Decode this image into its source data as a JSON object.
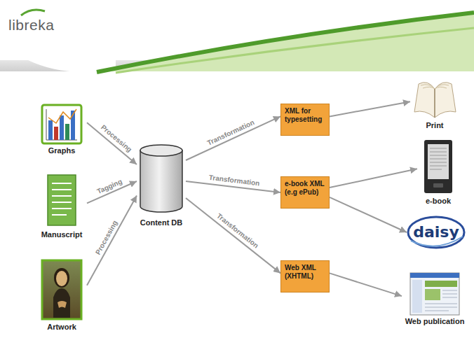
{
  "diagram": {
    "nodes": [
      {
        "text": [
          "Graphs"
        ]
      },
      {
        "text": [
          "Manuscript"
        ]
      },
      {
        "text": [
          "Artwork"
        ]
      },
      {
        "text": [
          "Content DB"
        ]
      },
      {
        "text": [
          "XML for typesetting"
        ]
      },
      {
        "text": [
          "e-book XML (e.g ePub)"
        ]
      },
      {
        "text": [
          "Web XML (XHTML)"
        ]
      },
      {
        "text": [
          "Print"
        ]
      },
      {
        "text": [
          "e-book"
        ]
      },
      {
        "text": [
          "daisy"
        ]
      },
      {
        "text": [
          "Web publication"
        ]
      }
    ],
    "edges": [
      {
        "from": 0,
        "to": 3,
        "label": "Processing",
        "arrow": "to"
      },
      {
        "from": 1,
        "to": 3,
        "label": "Tagging",
        "arrow": "to"
      },
      {
        "from": 2,
        "to": 3,
        "label": "Processing",
        "arrow": "to"
      },
      {
        "from": 3,
        "to": 4,
        "label": "Transformation",
        "arrow": "to"
      },
      {
        "from": 3,
        "to": 5,
        "label": "Transformation",
        "arrow": "to"
      },
      {
        "from": 3,
        "to": 6,
        "label": "Transformation",
        "arrow": "to"
      },
      {
        "from": 4,
        "to": 7,
        "arrow": "to"
      },
      {
        "from": 5,
        "to": 8,
        "arrow": "to"
      },
      {
        "from": 5,
        "to": 9,
        "arrow": "to"
      },
      {
        "from": 6,
        "to": 10,
        "arrow": "to"
      }
    ],
    "labels": [
      "libreka"
    ]
  }
}
